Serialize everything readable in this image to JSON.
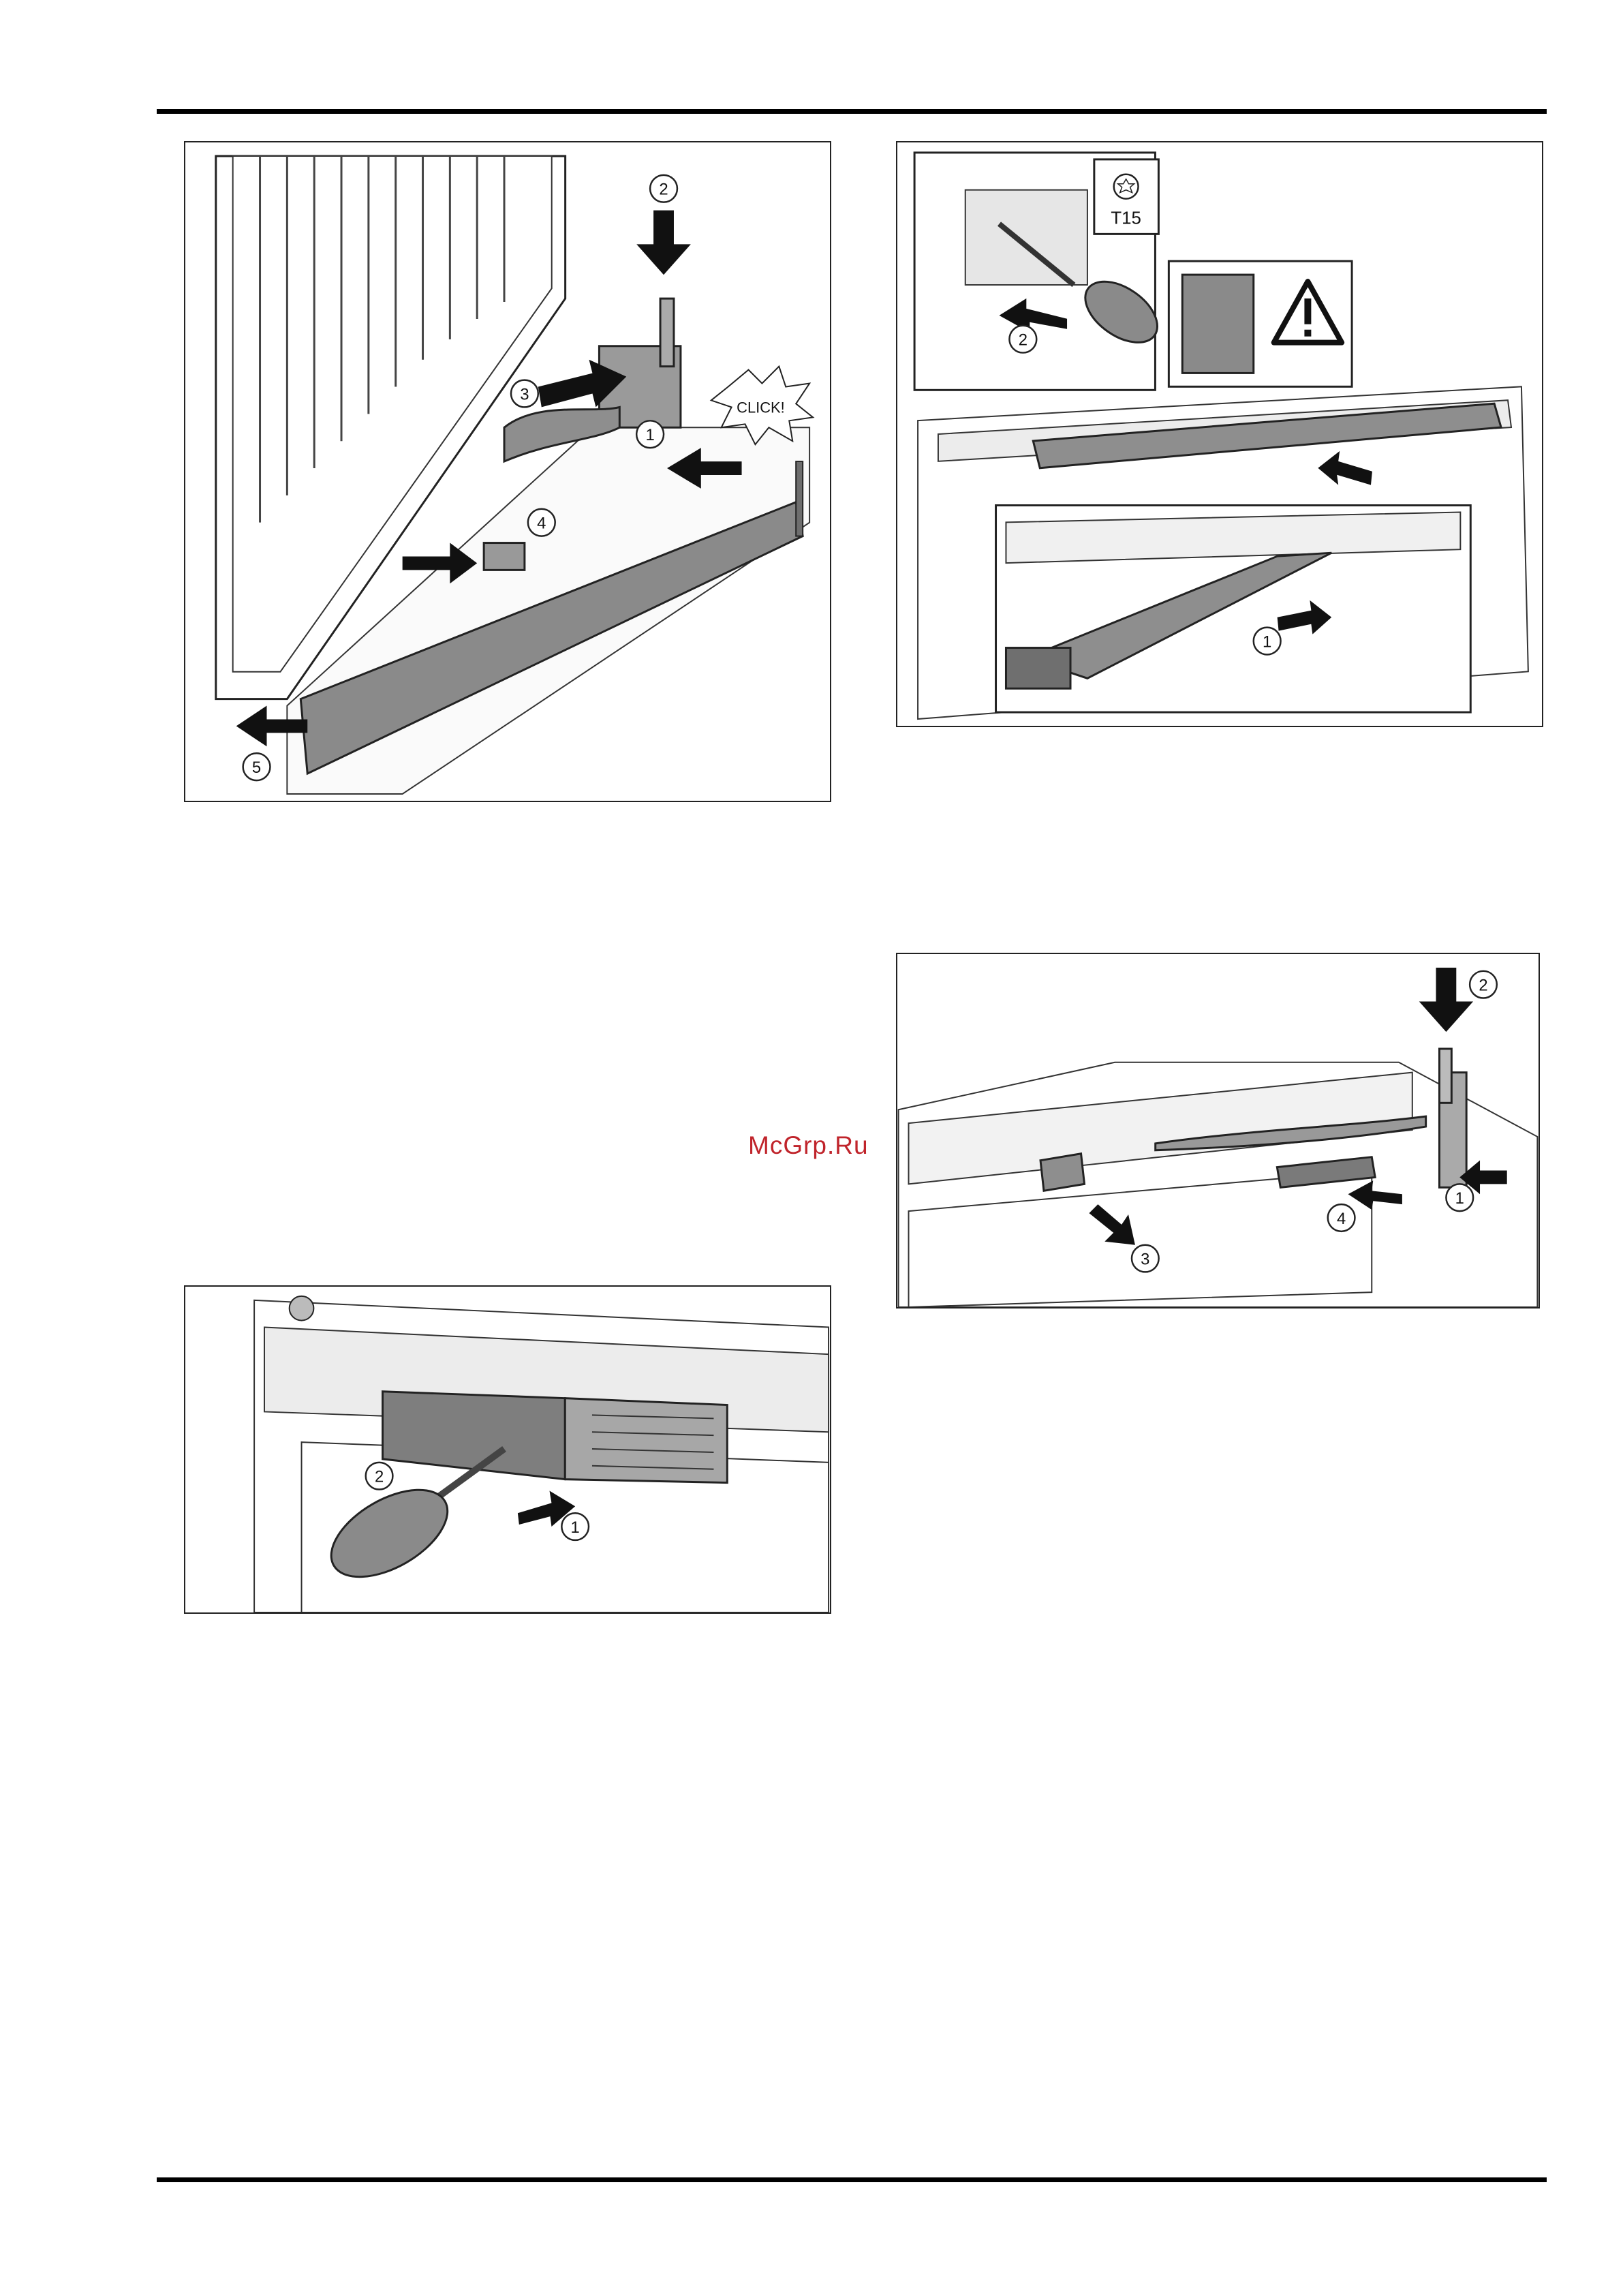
{
  "page": {
    "watermark": "McGrp.Ru"
  },
  "figures": {
    "hinge_assembly": {
      "callouts": [
        "1",
        "2",
        "3",
        "4",
        "5"
      ],
      "click_label": "CLICK!"
    },
    "top_rail": {
      "callouts": [
        "1",
        "2"
      ],
      "tool_label": "T15",
      "tool_icon": "torx-icon",
      "warning_icon": "warning-triangle-icon"
    },
    "ventilation_clip": {
      "callouts": [
        "1",
        "2",
        "3",
        "4"
      ]
    },
    "bracket_screw": {
      "callouts": [
        "1",
        "2"
      ]
    }
  }
}
